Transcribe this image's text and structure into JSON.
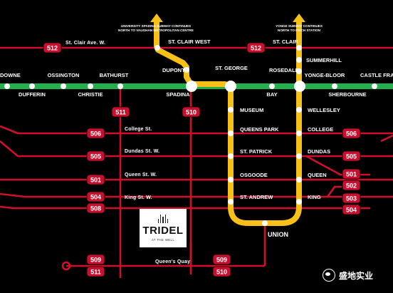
{
  "colors": {
    "background": "#000000",
    "streetcar": "#d0102a",
    "bloor_line": "#22b14c",
    "yonge_line": "#f6c018",
    "station_fill": "#ffffff"
  },
  "notes": {
    "spadina_line": [
      "UNIVERSITY SPADINA SUBWAY CONTINUES",
      "NORTH TO VAUGHAN METROPOLITAN CENTRE"
    ],
    "yonge_line": [
      "YONGE SUBWAY CONTINUES",
      "NORTH TO FINCH STATION"
    ]
  },
  "streets": {
    "st_clair": "St. Clair Ave. W.",
    "college": "College St.",
    "dundas": "Dundas St. W.",
    "queen": "Queen St. W.",
    "king": "King St. W.",
    "queens_quay": "Queen's Quay"
  },
  "bloor_stations": {
    "dufferin": "DUFFERIN",
    "lansdowne": "DOWNE",
    "ossington": "OSSINGTON",
    "christie": "CHRISTIE",
    "bathurst": "BATHURST",
    "spadina": "SPADINA",
    "st_george": "ST. GEORGE",
    "bay": "BAY",
    "yonge_bloor": "YONGE-BLOOR",
    "sherbourne": "SHERBOURNE",
    "castle_frank": "CASTLE FRANK"
  },
  "spadina_stations": {
    "st_clair_west": "ST. CLAIR WEST",
    "dupont": "DUPONT",
    "museum": "MUSEUM",
    "queens_park": "QUEENS PARK",
    "st_patrick": "ST. PATRICK",
    "osgoode": "OSGOODE",
    "st_andrew": "ST. ANDREW",
    "union": "UNION"
  },
  "yonge_stations": {
    "st_clair": "ST. CLAIR",
    "summerhill": "SUMMERHILL",
    "rosedale": "ROSEDALE",
    "wellesley": "WELLESLEY",
    "college": "COLLEGE",
    "dundas": "DUNDAS",
    "queen": "QUEEN",
    "king": "KING"
  },
  "routes": {
    "stclair_left": "512",
    "stclair_right": "512",
    "bathurst": "511",
    "spadina": "510",
    "college_left": "506",
    "college_right": "506",
    "dundas_left": "505",
    "dundas_right": "505",
    "queen_left": "501",
    "queen_right_top": "501",
    "queen_right_bottom": "502",
    "king_left_top": "504",
    "king_left_bottom": "508",
    "king_right_top": "503",
    "king_right_bottom": "504",
    "quay_left_top": "509",
    "quay_left_bottom": "511",
    "quay_right_top": "509",
    "quay_right_bottom": "510"
  },
  "logo": {
    "name": "TRIDEL",
    "tagline": "AT THE WELL"
  },
  "watermark": {
    "text": "盛地实业"
  }
}
